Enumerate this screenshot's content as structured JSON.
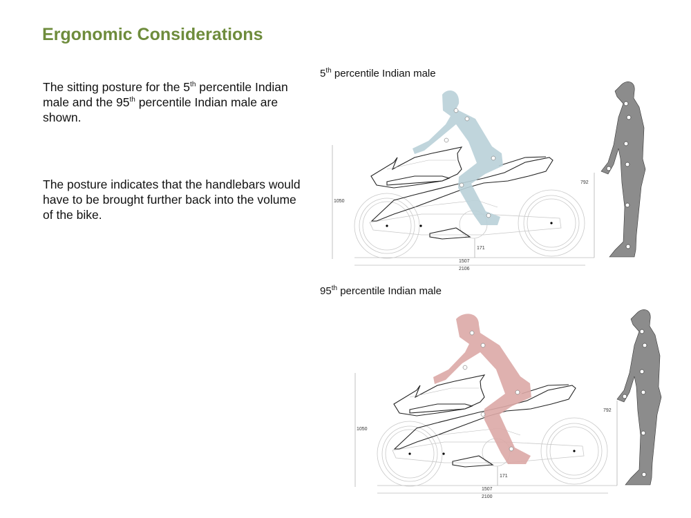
{
  "title": "Ergonomic Considerations",
  "paragraph1": {
    "a": "The sitting posture for the 5",
    "sup1": "th",
    "b": " percentile Indian male and the 95",
    "sup2": "th",
    "c": " percentile Indian male are shown."
  },
  "paragraph2": "The posture indicates that the handlebars would have to be brought further back into the volume of the bike.",
  "figures": [
    {
      "caption_num": "5",
      "caption_sup": "th",
      "caption_rest": " percentile Indian male",
      "rider_color": "#b9d0d8",
      "dims": {
        "height": "1050",
        "standing": "792",
        "ground": "171",
        "wheelbase": "1507",
        "length": "2106"
      }
    },
    {
      "caption_num": "95",
      "caption_sup": "th",
      "caption_rest": " percentile Indian male",
      "rider_color": "#dba9a6",
      "dims": {
        "height": "1050",
        "standing": "792",
        "ground": "171",
        "wheelbase": "1507",
        "length": "2100"
      }
    }
  ],
  "colors": {
    "title": "#6e8c3c",
    "standing_figure": "#8c8c8c"
  }
}
